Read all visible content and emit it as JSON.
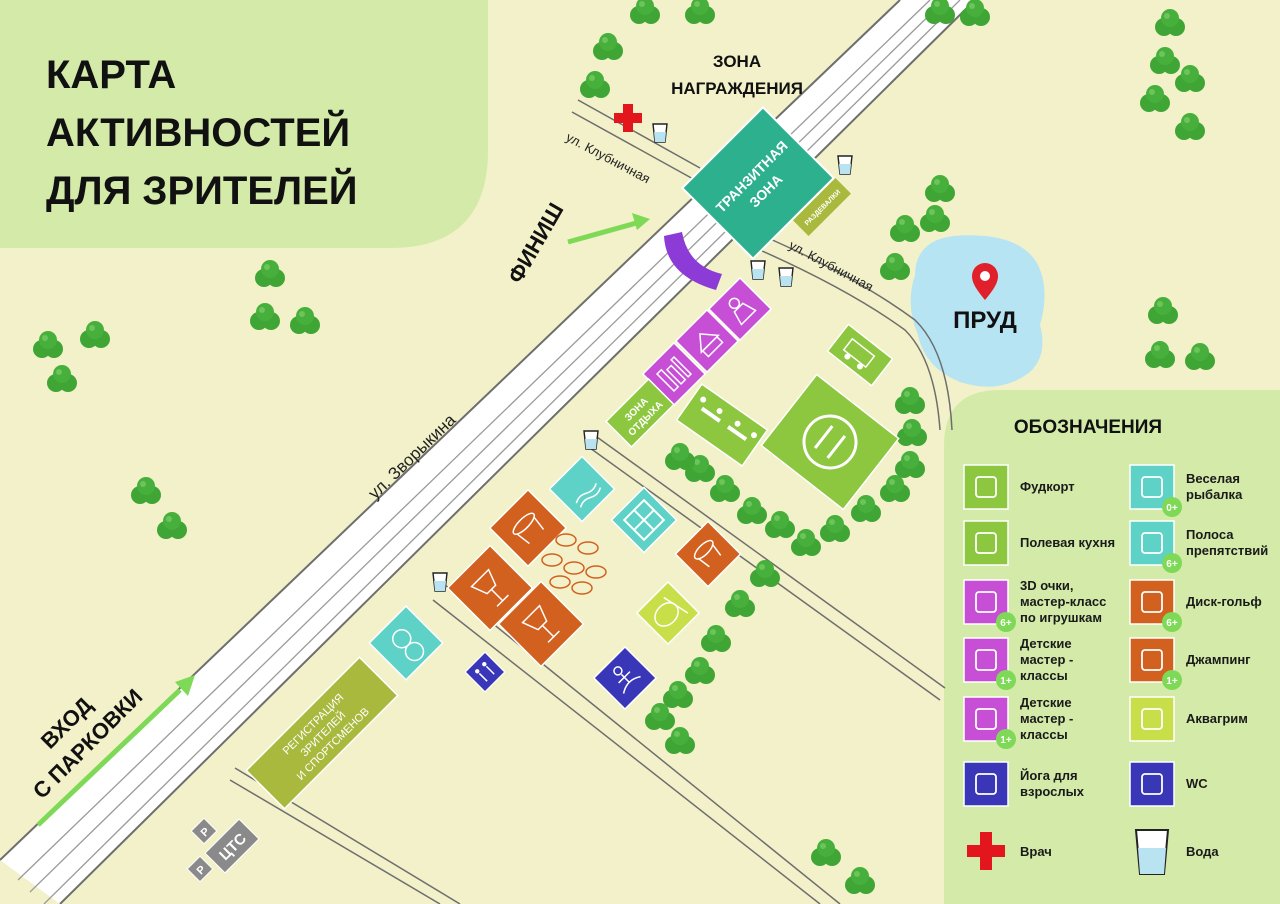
{
  "title": {
    "line1": "КАРТА",
    "line2": "АКТИВНОСТЕЙ",
    "line3": "ДЛЯ ЗРИТЕЛЕЙ"
  },
  "zones": {
    "award_line1": "ЗОНА",
    "award_line2": "НАГРАЖДЕНИЯ",
    "transit_line1": "ТРАНЗИТНАЯ",
    "transit_line2": "ЗОНА",
    "changing_rooms": "РАЗДЕВАЛКИ",
    "finish": "ФИНИШ",
    "rest_line1": "ЗОНА",
    "rest_line2": "ОТДЫХА",
    "registration_line1": "РЕГИСТРАЦИЯ",
    "registration_line2": "ЗРИТЕЛЕЙ",
    "registration_line3": "И СПОРТСМЕНОВ",
    "pond": "ПРУД",
    "entrance_line1": "ВХОД",
    "entrance_line2": "С ПАРКОВКИ",
    "parking_p": "P",
    "cts": "ЦТС"
  },
  "streets": {
    "klubnichnaya": "ул. Клубничная",
    "zvorykina": "ул. Зворыкина"
  },
  "legend": {
    "title": "ОБОЗНАЧЕНИЯ",
    "items": [
      {
        "l1": "Фудкорт",
        "l2": "",
        "l3": "",
        "icon": "food-court-icon",
        "color": "#8dc63f",
        "badge": ""
      },
      {
        "l1": "Полевая кухня",
        "l2": "",
        "l3": "",
        "icon": "food-truck-icon",
        "color": "#8dc63f",
        "badge": ""
      },
      {
        "l1": "3D очки,",
        "l2": "мастер-класс",
        "l3": "по игрушкам",
        "icon": "toys-workshop-icon",
        "color": "#c74fd6",
        "badge": "6+"
      },
      {
        "l1": "Детские",
        "l2": "мастер -",
        "l3": "классы",
        "icon": "kids-workshop-icon",
        "color": "#c74fd6",
        "badge": "1+"
      },
      {
        "l1": "Детские",
        "l2": "мастер -",
        "l3": "классы",
        "icon": "kids-craft-icon",
        "color": "#c74fd6",
        "badge": "1+"
      },
      {
        "l1": "Йога для",
        "l2": "взрослых",
        "l3": "",
        "icon": "yoga-icon",
        "color": "#3a36b8",
        "badge": ""
      },
      {
        "l1": "Врач",
        "l2": "",
        "l3": "",
        "icon": "medical-cross-icon",
        "color": "#e3161d",
        "badge": ""
      },
      {
        "l1": "Веселая",
        "l2": "рыбалка",
        "l3": "",
        "icon": "fishing-pool-icon",
        "color": "#5fd2c8",
        "badge": "0+"
      },
      {
        "l1": "Полоса",
        "l2": "препятствий",
        "l3": "",
        "icon": "obstacle-course-icon",
        "color": "#5fd2c8",
        "badge": "6+"
      },
      {
        "l1": "Диск-гольф",
        "l2": "",
        "l3": "",
        "icon": "disc-golf-icon",
        "color": "#d2601f",
        "badge": "6+"
      },
      {
        "l1": "Джампинг",
        "l2": "",
        "l3": "",
        "icon": "jumping-icon",
        "color": "#d2601f",
        "badge": "1+"
      },
      {
        "l1": "Аквагрим",
        "l2": "",
        "l3": "",
        "icon": "face-paint-icon",
        "color": "#c9df4a",
        "badge": ""
      },
      {
        "l1": "WC",
        "l2": "",
        "l3": "",
        "icon": "wc-icon",
        "color": "#3a36b8",
        "badge": ""
      },
      {
        "l1": "Вода",
        "l2": "",
        "l3": "",
        "icon": "water-glass-icon",
        "color": "#ffffff",
        "badge": ""
      }
    ]
  },
  "colors": {
    "background": "#f2f1c9",
    "light_green": "#d3eaa9",
    "green": "#8dc63f",
    "teal": "#2db08e",
    "purple": "#c74fd6",
    "orange": "#d2601f",
    "indigo": "#3a36b8",
    "aqua": "#5fd2c8",
    "pond": "#b7e4f2",
    "tree": "#3fa535",
    "arrow": "#7ed957"
  }
}
